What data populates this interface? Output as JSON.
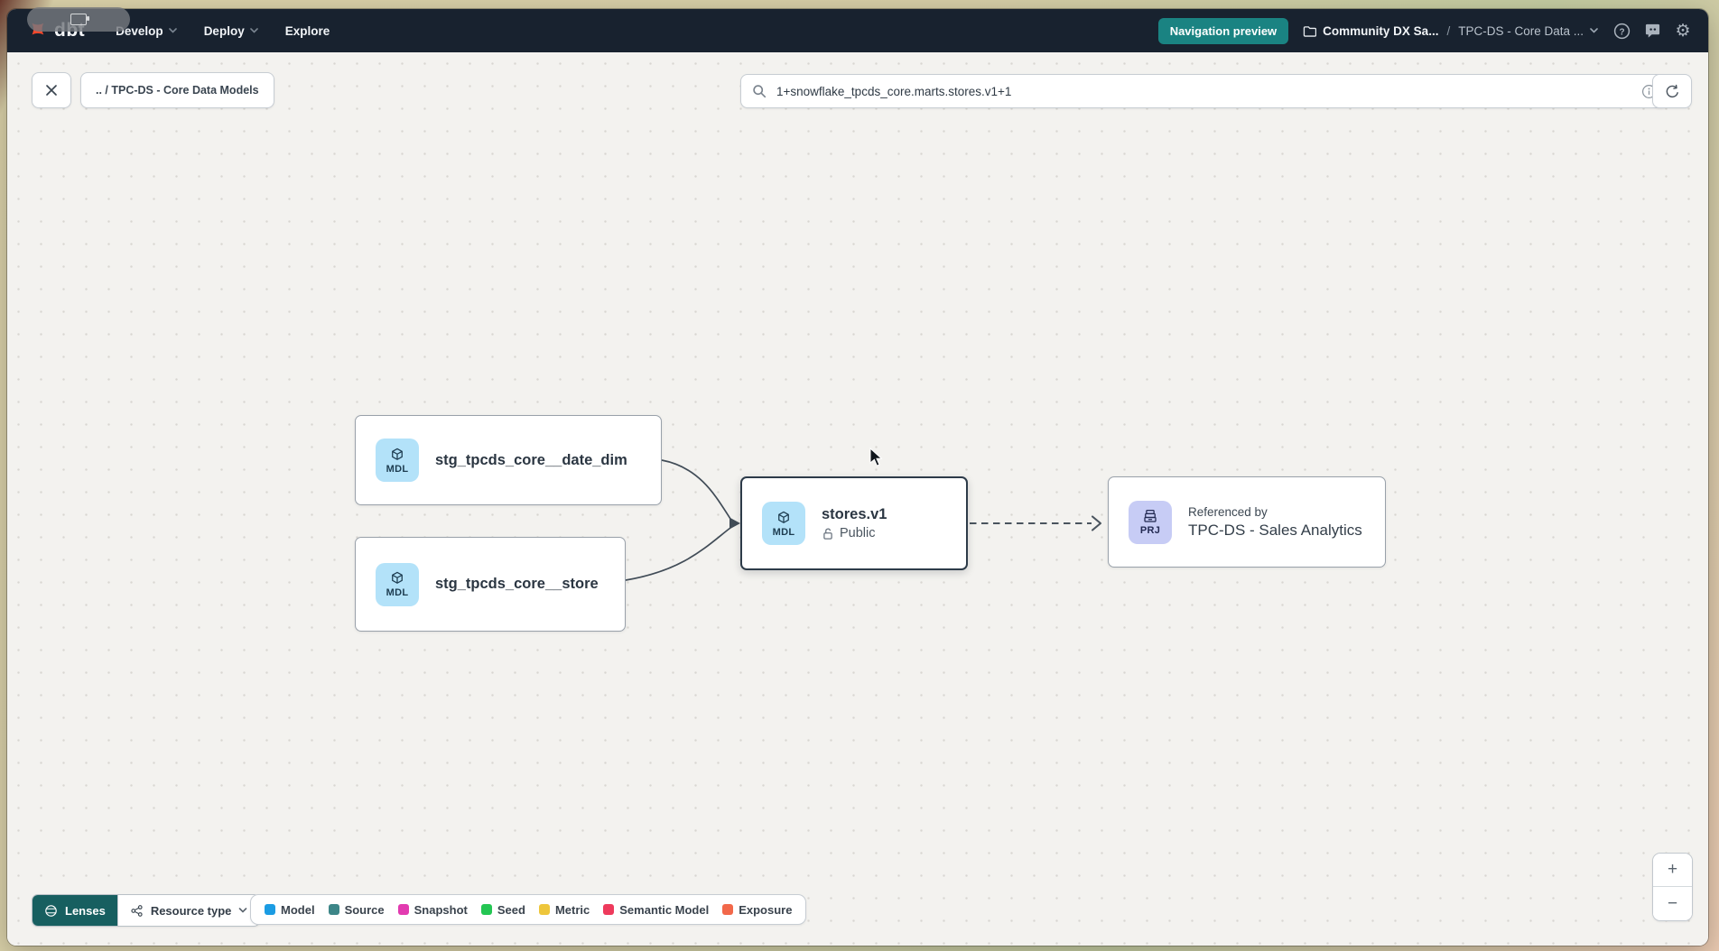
{
  "colors": {
    "navbar_bg": "#18222f",
    "accent_teal": "#1a8382",
    "canvas_bg": "#f3f2ef",
    "mdl_badge_bg": "#b3e2f9",
    "prj_badge_bg": "#c7ccf5"
  },
  "nav": {
    "brand": "dbt",
    "items": [
      {
        "label": "Develop"
      },
      {
        "label": "Deploy"
      },
      {
        "label": "Explore"
      }
    ],
    "preview_badge": "Navigation preview",
    "breadcrumb": {
      "account": "Community DX Sa...",
      "separator": "/",
      "project": "TPC-DS - Core Data ..."
    },
    "gear_glyph": "⚙"
  },
  "toolbar": {
    "path_chip": ".. / TPC-DS - Core Data Models",
    "search_value": "1+snowflake_tpcds_core.marts.stores.v1+1"
  },
  "graph": {
    "nodes": [
      {
        "badge": "MDL",
        "title": "stg_tpcds_core__date_dim"
      },
      {
        "badge": "MDL",
        "title": "stg_tpcds_core__store"
      },
      {
        "badge": "MDL",
        "title": "stores.v1",
        "access": "Public",
        "selected": "true"
      },
      {
        "badge": "PRJ",
        "kicker": "Referenced by",
        "title": "TPC-DS - Sales Analytics"
      }
    ]
  },
  "footer": {
    "lenses_label": "Lenses",
    "resource_type_label": "Resource type",
    "legend": [
      {
        "label": "Model",
        "color": "#1b9ce3"
      },
      {
        "label": "Source",
        "color": "#3d8688"
      },
      {
        "label": "Snapshot",
        "color": "#e23bb0"
      },
      {
        "label": "Seed",
        "color": "#24c653"
      },
      {
        "label": "Metric",
        "color": "#eec63b"
      },
      {
        "label": "Semantic Model",
        "color": "#ee3a5c"
      },
      {
        "label": "Exposure",
        "color": "#f2684a"
      }
    ],
    "zoom_in_label": "+",
    "zoom_out_label": "−"
  }
}
